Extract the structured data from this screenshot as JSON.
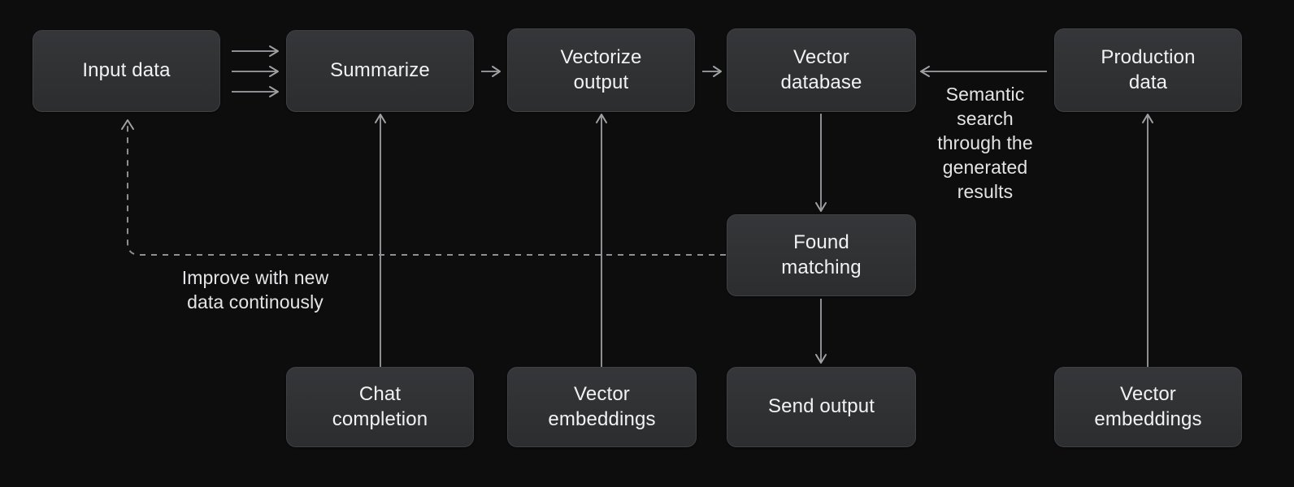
{
  "diagram": {
    "title": "RAG pipeline flow diagram",
    "background_color": "#0d0d0d",
    "node_fill_color": "#303234",
    "node_border_color": "#3e4043",
    "text_color": "#f2f2f3",
    "edge_color": "#8d8f92",
    "nodes": [
      {
        "id": "input-data",
        "label": "Input data"
      },
      {
        "id": "summarize",
        "label": "Summarize"
      },
      {
        "id": "vectorize-output",
        "label": "Vectorize\noutput"
      },
      {
        "id": "vector-database",
        "label": "Vector\ndatabase"
      },
      {
        "id": "production-data",
        "label": "Production\ndata"
      },
      {
        "id": "found-matching",
        "label": "Found\nmatching"
      },
      {
        "id": "chat-completion",
        "label": "Chat\ncompletion"
      },
      {
        "id": "vector-embeddings-left",
        "label": "Vector\nembeddings"
      },
      {
        "id": "send-output",
        "label": "Send output"
      },
      {
        "id": "vector-embeddings-right",
        "label": "Vector\nembeddings"
      }
    ],
    "edge_labels": [
      {
        "id": "semantic-search",
        "text": "Semantic\nsearch\nthrough the\ngenerated\nresults"
      },
      {
        "id": "improve-feedback",
        "text": "Improve with new\ndata continously"
      }
    ],
    "edges": [
      {
        "from": "input-data",
        "to": "summarize",
        "style": "solid",
        "multiplicity": 3
      },
      {
        "from": "summarize",
        "to": "vectorize-output",
        "style": "solid"
      },
      {
        "from": "vectorize-output",
        "to": "vector-database",
        "style": "solid"
      },
      {
        "from": "production-data",
        "to": "vector-database",
        "style": "solid",
        "label": "semantic-search"
      },
      {
        "from": "vector-database",
        "to": "found-matching",
        "style": "solid"
      },
      {
        "from": "found-matching",
        "to": "send-output",
        "style": "solid"
      },
      {
        "from": "chat-completion",
        "to": "summarize",
        "style": "solid"
      },
      {
        "from": "vector-embeddings-left",
        "to": "vectorize-output",
        "style": "solid"
      },
      {
        "from": "vector-embeddings-right",
        "to": "production-data",
        "style": "solid"
      },
      {
        "from": "found-matching",
        "to": "input-data",
        "style": "dashed",
        "label": "improve-feedback"
      }
    ]
  }
}
